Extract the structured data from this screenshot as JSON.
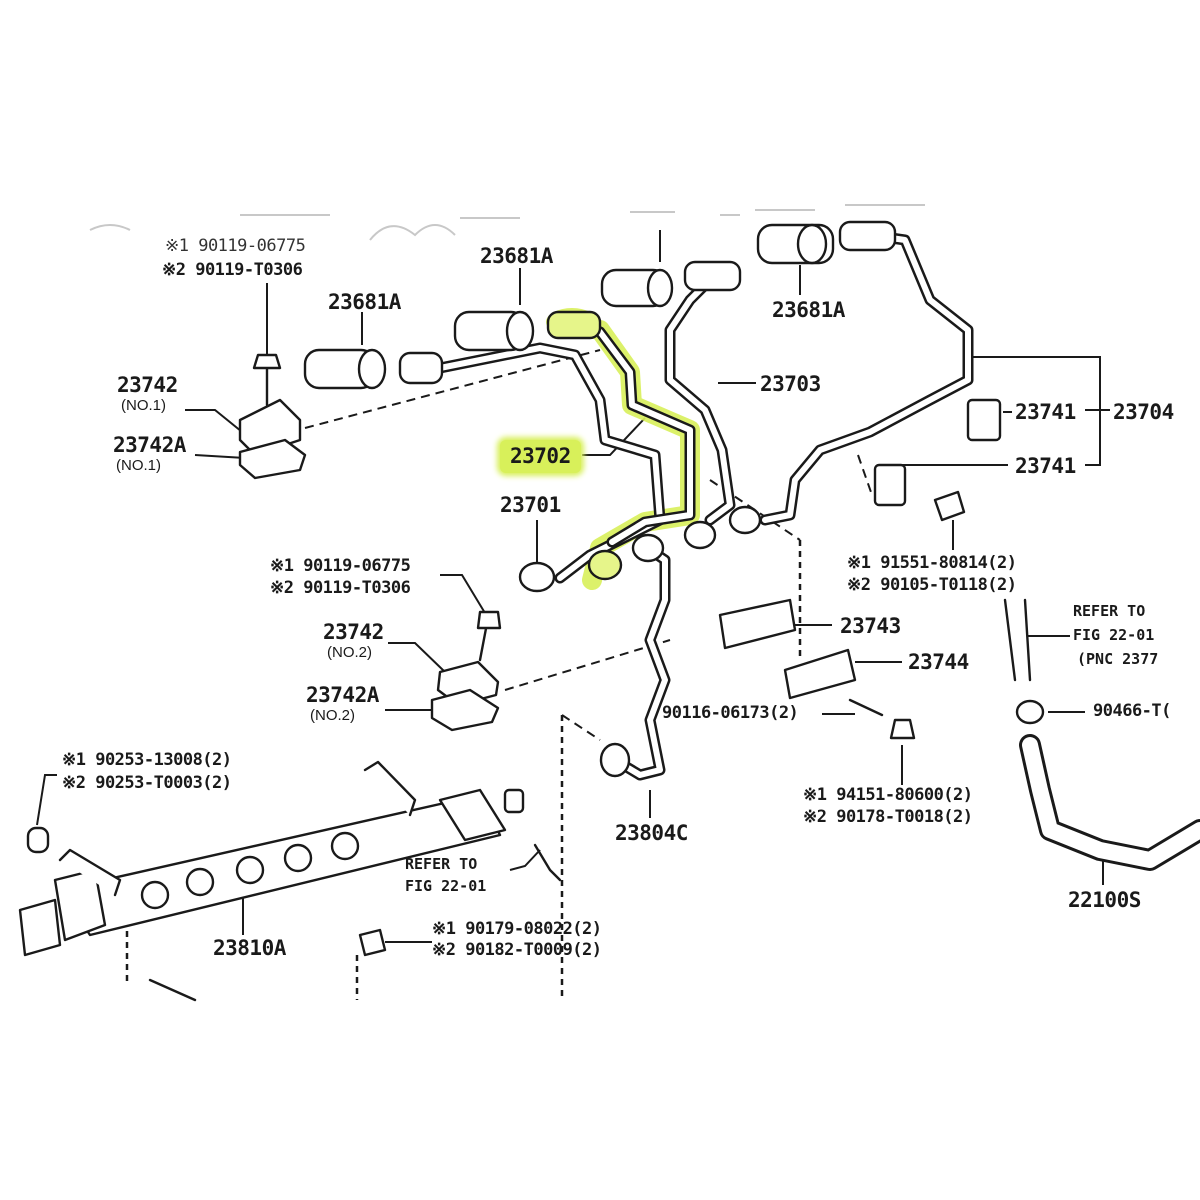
{
  "diagram": {
    "title": "Fuel Injection Pipe / Common Rail parts diagram",
    "highlight_color": "#d8f05a",
    "line_color": "#1a1a1a",
    "highlighted_part": "23702",
    "faint_header_text": "(illegible faded text)"
  },
  "labels": {
    "top_bolt_1": "※1 90119-06775",
    "top_bolt_2": "※2 90119-T0306",
    "p23681a_a": "23681A",
    "p23681a_b": "23681A",
    "p23681a_c": "23681A",
    "p23742_no1": "23742",
    "p23742_no1_sub": "(NO.1)",
    "p23742a_no1": "23742A",
    "p23742a_no1_sub": "(NO.1)",
    "p23702": "23702",
    "p23703": "23703",
    "p23701": "23701",
    "p23741_a": "23741",
    "p23741_b": "23741",
    "p23704": "23704",
    "mid_bolt_1": "※1 90119-06775",
    "mid_bolt_2": "※2 90119-T0306",
    "p23742_no2": "23742",
    "p23742_no2_sub": "(NO.2)",
    "p23742a_no2": "23742A",
    "p23742a_no2_sub": "(NO.2)",
    "right_bolt_1": "※1 91551-80814(2)",
    "right_bolt_2": "※2 90105-T0118(2)",
    "p23743": "23743",
    "p23744": "23744",
    "stud": "90116-06173(2)",
    "nut_1": "※1 94151-80600(2)",
    "nut_2": "※2 90178-T0018(2)",
    "refer_right_1": "REFER TO",
    "refer_right_2": "FIG 22-01",
    "refer_right_3": "(PNC 2377",
    "clamp": "90466-T(",
    "p23804c": "23804C",
    "plug_1": "※1 90253-13008(2)",
    "plug_2": "※2 90253-T0003(2)",
    "refer_mid_1": "REFER TO",
    "refer_mid_2": "FIG 22-01",
    "p23810a": "23810A",
    "lower_nut_1": "※1 90179-08022(2)",
    "lower_nut_2": "※2 90182-T0009(2)",
    "p22100s": "22100S"
  }
}
